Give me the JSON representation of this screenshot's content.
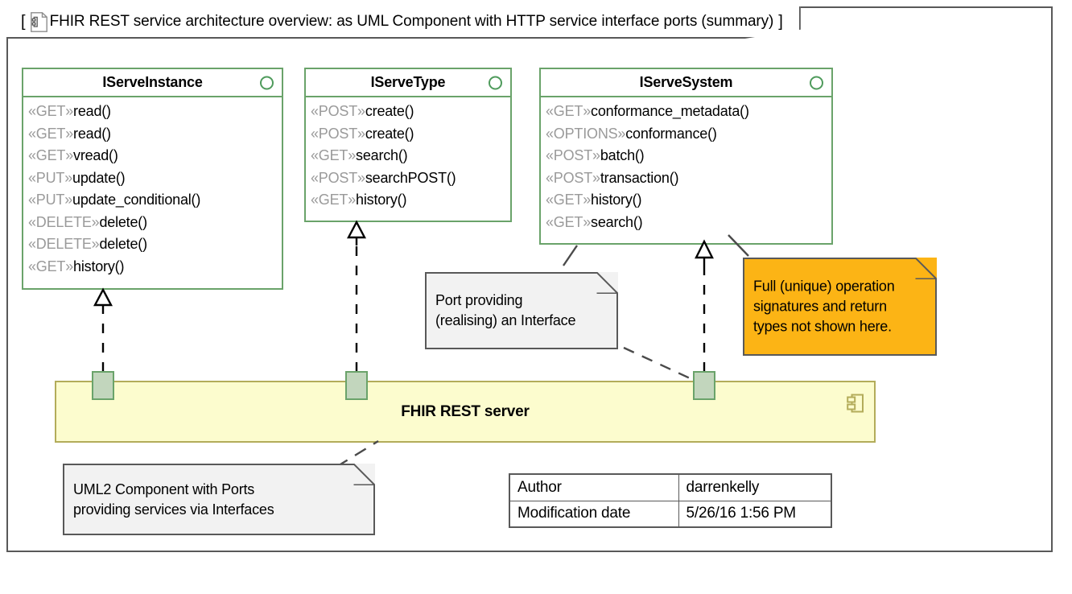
{
  "frame": {
    "icon": "component-document-icon",
    "bracket_open": "[",
    "bracket_close": "]",
    "title": "FHIR REST service architecture overview: as UML Component with HTTP service interface ports (summary)"
  },
  "colors": {
    "interface_border": "#6aa36a",
    "interface_circle": "#4f9b5c",
    "component_fill": "#fcfcce",
    "component_border": "#b3ac5a",
    "port_fill": "#c2d6bd",
    "note_fill": "#f2f2f2",
    "note_orange_fill": "#fcb415",
    "note_border": "#595959",
    "stereotype_text": "#9a9a9a",
    "frame_border": "#595959"
  },
  "interfaces": [
    {
      "name": "IServeInstance",
      "symbol": "interface-circle-icon",
      "operations": [
        {
          "stereotype": "«GET»",
          "signature": "read()"
        },
        {
          "stereotype": "«GET»",
          "signature": "read()"
        },
        {
          "stereotype": "«GET»",
          "signature": "vread()"
        },
        {
          "stereotype": "«PUT»",
          "signature": "update()"
        },
        {
          "stereotype": "«PUT»",
          "signature": "update_conditional()"
        },
        {
          "stereotype": "«DELETE»",
          "signature": "delete()"
        },
        {
          "stereotype": "«DELETE»",
          "signature": "delete()"
        },
        {
          "stereotype": "«GET»",
          "signature": "history()"
        }
      ]
    },
    {
      "name": "IServeType",
      "symbol": "interface-circle-icon",
      "operations": [
        {
          "stereotype": "«POST»",
          "signature": "create()"
        },
        {
          "stereotype": "«POST»",
          "signature": "create()"
        },
        {
          "stereotype": "«GET»",
          "signature": "search()"
        },
        {
          "stereotype": "«POST»",
          "signature": "searchPOST()"
        },
        {
          "stereotype": "«GET»",
          "signature": "history()"
        }
      ]
    },
    {
      "name": "IServeSystem",
      "symbol": "interface-circle-icon",
      "operations": [
        {
          "stereotype": "«GET»",
          "signature": "conformance_metadata()"
        },
        {
          "stereotype": "«OPTIONS»",
          "signature": "conformance()"
        },
        {
          "stereotype": "«POST»",
          "signature": "batch()"
        },
        {
          "stereotype": "«POST»",
          "signature": "transaction()"
        },
        {
          "stereotype": "«GET»",
          "signature": "history()"
        },
        {
          "stereotype": "«GET»",
          "signature": "search()"
        }
      ]
    }
  ],
  "component": {
    "label": "FHIR REST server",
    "icon": "uml-component-icon",
    "ports": [
      {
        "name": "port-iserveinstance"
      },
      {
        "name": "port-iservetype"
      },
      {
        "name": "port-iservesystem"
      }
    ]
  },
  "notes": [
    {
      "id": "note-port-interface",
      "line1": "Port providing",
      "line2": "(realising) an Interface",
      "style": "grey"
    },
    {
      "id": "note-signatures",
      "line1": "Full (unique) operation",
      "line2": "signatures and return",
      "line3": "types not shown here.",
      "style": "orange"
    },
    {
      "id": "note-uml2-component",
      "line1": "UML2 Component with Ports",
      "line2": "providing services via Interfaces",
      "style": "grey"
    }
  ],
  "info_table": {
    "rows": [
      {
        "key": "Author",
        "value": "darrenkelly"
      },
      {
        "key": "Modification date",
        "value": "5/26/16 1:56 PM"
      }
    ]
  }
}
